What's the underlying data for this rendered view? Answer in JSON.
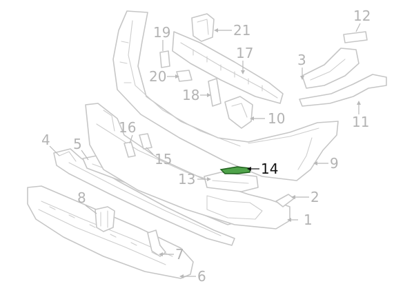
{
  "diagram": {
    "highlight_color": "#4fa34a",
    "highlighted_part": "14",
    "callouts": [
      {
        "id": "c1",
        "label": "1"
      },
      {
        "id": "c2",
        "label": "2"
      },
      {
        "id": "c3",
        "label": "3"
      },
      {
        "id": "c4",
        "label": "4"
      },
      {
        "id": "c5",
        "label": "5"
      },
      {
        "id": "c6",
        "label": "6"
      },
      {
        "id": "c7",
        "label": "7"
      },
      {
        "id": "c8",
        "label": "8"
      },
      {
        "id": "c9",
        "label": "9"
      },
      {
        "id": "c10",
        "label": "10"
      },
      {
        "id": "c11",
        "label": "11"
      },
      {
        "id": "c12",
        "label": "12"
      },
      {
        "id": "c13",
        "label": "13"
      },
      {
        "id": "c14",
        "label": "14"
      },
      {
        "id": "c15",
        "label": "15"
      },
      {
        "id": "c16",
        "label": "16"
      },
      {
        "id": "c17",
        "label": "17"
      },
      {
        "id": "c18",
        "label": "18"
      },
      {
        "id": "c19",
        "label": "19"
      },
      {
        "id": "c20",
        "label": "20"
      },
      {
        "id": "c21",
        "label": "21"
      }
    ]
  }
}
